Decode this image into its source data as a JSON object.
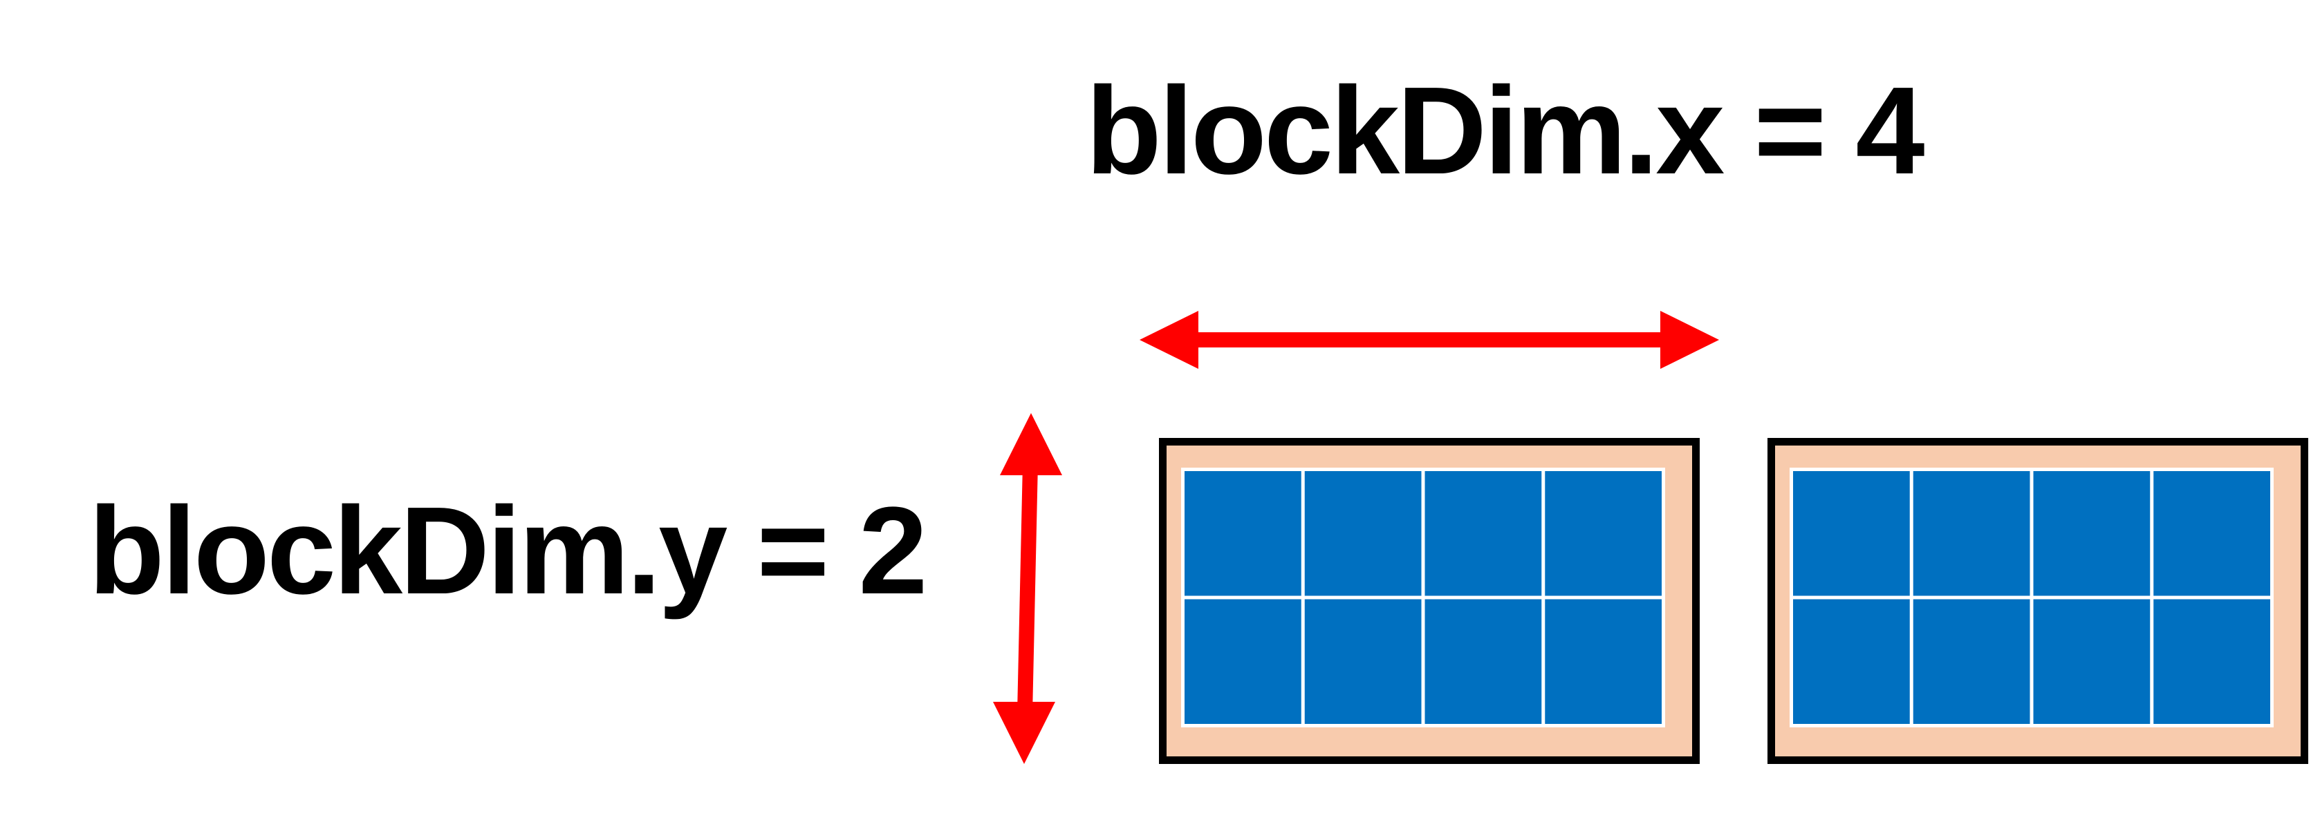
{
  "labels": {
    "block_dim_x": "blockDim.x = 4",
    "block_dim_y": "blockDim.y = 2"
  },
  "diagram": {
    "blocks": 2,
    "rows_per_block": 2,
    "cols_per_block": 4
  },
  "colors": {
    "arrow": "#ff0000",
    "thread_cell": "#0070c0",
    "block_fill": "#f8cbad",
    "block_border": "#000000",
    "grid_line": "#ffffff",
    "text": "#000000",
    "background": "#ffffff"
  }
}
